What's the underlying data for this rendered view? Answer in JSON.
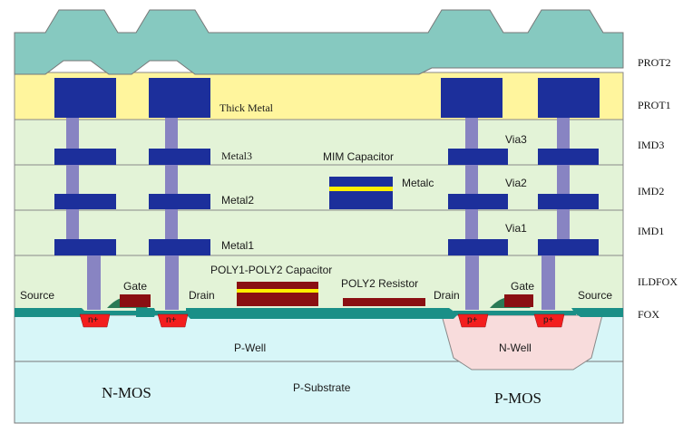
{
  "layer_labels": {
    "prot2": "PROT2",
    "prot1": "PROT1",
    "imd3": "IMD3",
    "imd2": "IMD2",
    "imd1": "IMD1",
    "ildfox": "ILDFOX",
    "fox": "FOX"
  },
  "structure_labels": {
    "thick_metal": "Thick Metal",
    "metal3": "Metal3",
    "metal2": "Metal2",
    "metal1": "Metal1",
    "mim_capacitor": "MIM Capacitor",
    "metalc": "Metalc",
    "via3": "Via3",
    "via2": "Via2",
    "via1": "Via1",
    "poly_capacitor": "POLY1-POLY2 Capacitor",
    "poly2_resistor": "POLY2 Resistor",
    "gate_n": "Gate",
    "gate_p": "Gate",
    "source_n": "Source",
    "drain_n": "Drain",
    "drain_p": "Drain",
    "source_p": "Source",
    "p_well": "P-Well",
    "n_well": "N-Well",
    "p_substrate": "P-Substrate",
    "n_mos": "N-MOS",
    "p_mos": "P-MOS",
    "diff_n1": "n+",
    "diff_n2": "n+",
    "diff_p1": "p+",
    "diff_p2": "p+"
  },
  "colors": {
    "passivation_top": "#86c9c0",
    "passivation_bottom": "#fff59d",
    "imd": "#e3f3d7",
    "substrate": "#d7f6f8",
    "n_well": "#f8dcdc",
    "metal": "#1c2f9b",
    "via": "#8884c2",
    "field_oxide": "#1a8f87",
    "poly": "#8a0f12",
    "diffusion": "#f31e1e",
    "gate_oxide": "#2a7a55",
    "mim_dielectric": "#ffef00"
  }
}
